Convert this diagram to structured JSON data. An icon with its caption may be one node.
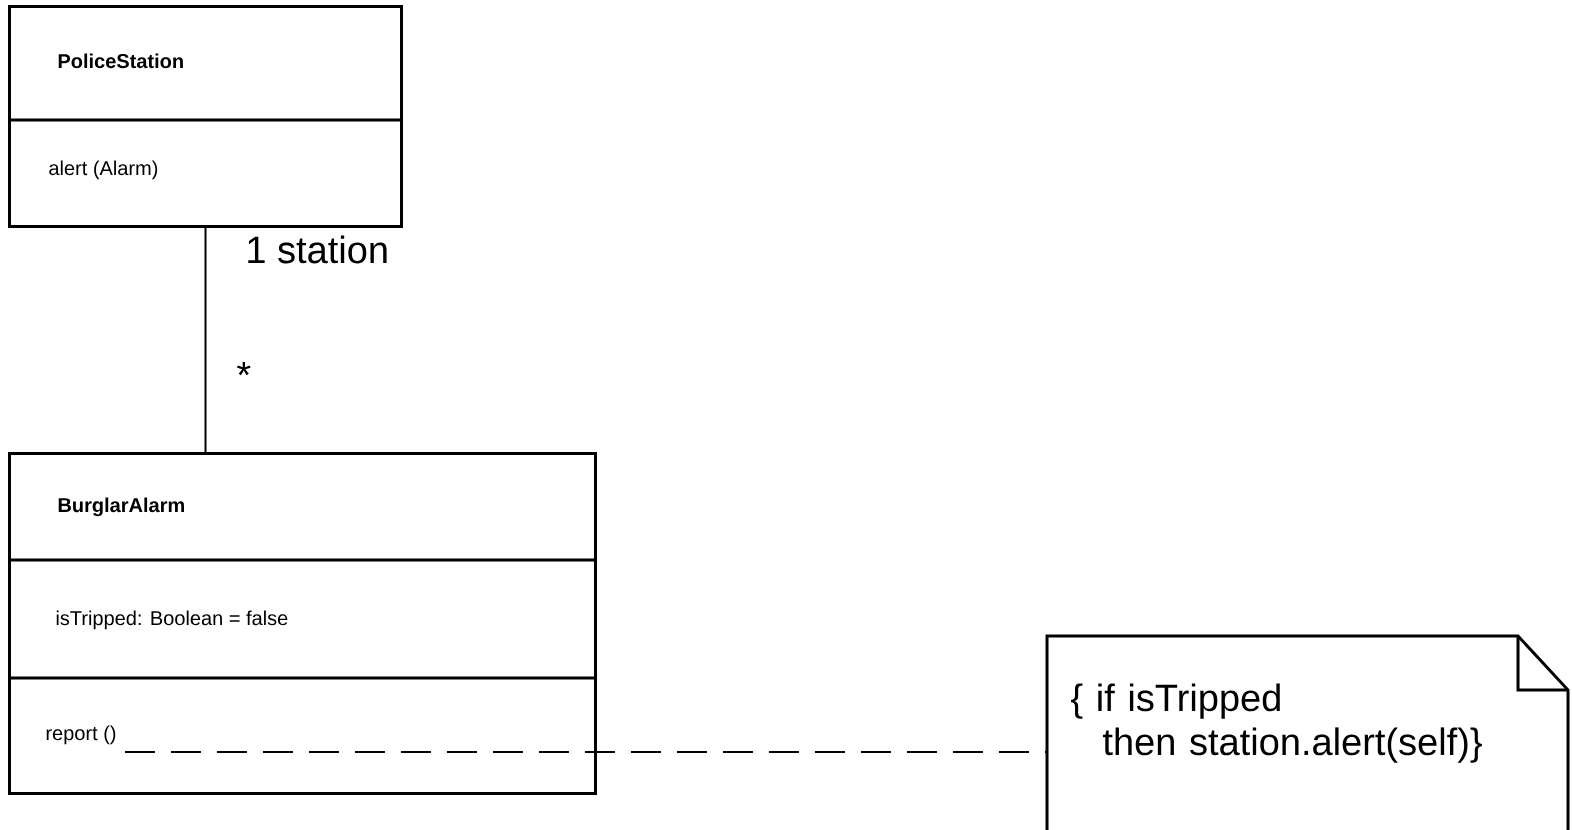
{
  "diagram": {
    "nodes": [
      {
        "text": [
          "PoliceStation",
          "alert (Alarm)"
        ]
      },
      {
        "text": [
          "BurglarAlarm",
          "isTripped: Boolean = false",
          "report ()"
        ]
      },
      {
        "text": [
          "{ if isTripped then station.alert(self)}"
        ]
      }
    ],
    "edges": [
      {
        "from": 0,
        "to": 1,
        "arrow": "none"
      },
      {
        "from": 1,
        "to": 2,
        "arrow": "none",
        "style": "dashed"
      }
    ],
    "labels": [
      "1 station",
      "*"
    ]
  }
}
